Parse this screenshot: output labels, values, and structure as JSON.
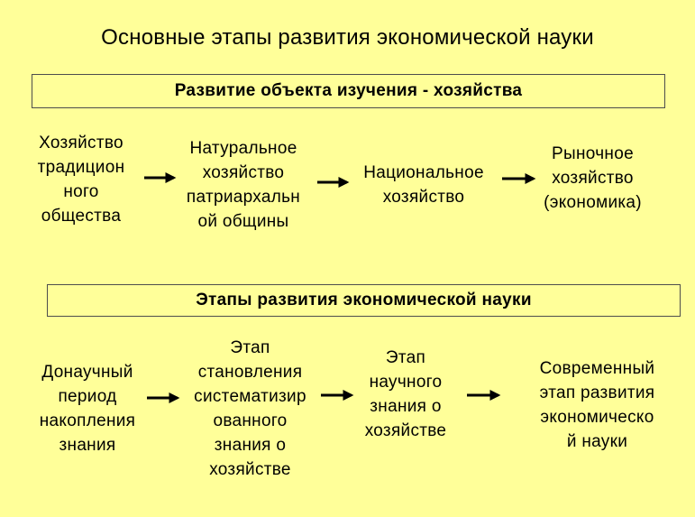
{
  "title": "Основные этапы развития экономической науки",
  "section1": {
    "heading": "Развитие объекта изучения - хозяйства",
    "stages": [
      [
        "Хозяйство",
        "традицион",
        "ного",
        "общества"
      ],
      [
        "Натуральное",
        "хозяйство",
        "патриархальн",
        "ой общины"
      ],
      [
        "Национальное",
        "хозяйство"
      ],
      [
        "Рыночное",
        "хозяйство",
        "(экономика)"
      ]
    ]
  },
  "section2": {
    "heading": "Этапы развития экономической науки",
    "stages": [
      [
        "Донаучный",
        "период",
        "накопления",
        "знания"
      ],
      [
        "Этап",
        "становления",
        "систематизир",
        "ованного",
        "знания о",
        "хозяйстве"
      ],
      [
        "Этап",
        "научного",
        "знания о",
        "хозяйстве"
      ],
      [
        "Современный",
        "этап развития",
        "экономическо",
        "й науки"
      ]
    ]
  },
  "colors": {
    "background": "#ffff99",
    "border": "#4d4d4d",
    "arrow": "#000000"
  }
}
